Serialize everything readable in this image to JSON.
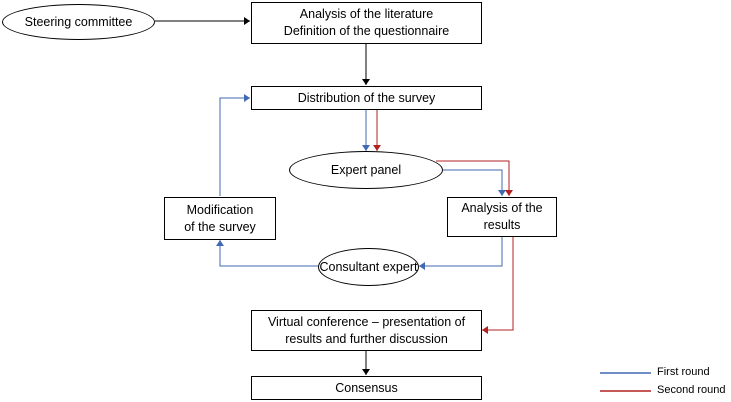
{
  "nodes": {
    "steering_committee": "Steering committee",
    "analysis_literature": [
      "Analysis of the literature",
      "Definition of the questionnaire"
    ],
    "distribution": "Distribution of the survey",
    "expert_panel": "Expert panel",
    "analysis_results": [
      "Analysis of the",
      "results"
    ],
    "modification": [
      "Modification",
      "of the survey"
    ],
    "consultant_expert": "Consultant expert",
    "virtual_conference": [
      "Virtual conference – presentation of",
      "results and further discussion"
    ],
    "consensus": "Consensus"
  },
  "legend": {
    "first_round": "First round",
    "second_round": "Second round"
  },
  "colors": {
    "first_round": "#4169b3",
    "second_round": "#b22222",
    "neutral": "#000000"
  }
}
